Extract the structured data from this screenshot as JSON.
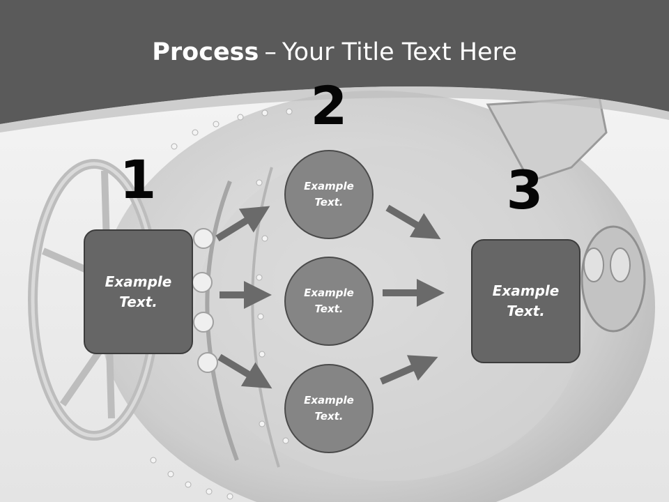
{
  "title": {
    "bold": "Process",
    "separator": "–",
    "rest": "Your Title Text Here"
  },
  "steps": [
    {
      "number": "1",
      "label": "Example Text."
    },
    {
      "number": "2",
      "label": "Example Text."
    },
    {
      "number": "3",
      "label": "Example Text."
    }
  ],
  "middle_nodes": [
    {
      "label": "Example Text."
    },
    {
      "label": "Example Text."
    },
    {
      "label": "Example Text."
    }
  ],
  "colors": {
    "banner": "#5a5a5a",
    "box_fill": "#666666",
    "circle_fill": "#858585",
    "arrow": "#6a6a6a",
    "number": "#050505"
  }
}
